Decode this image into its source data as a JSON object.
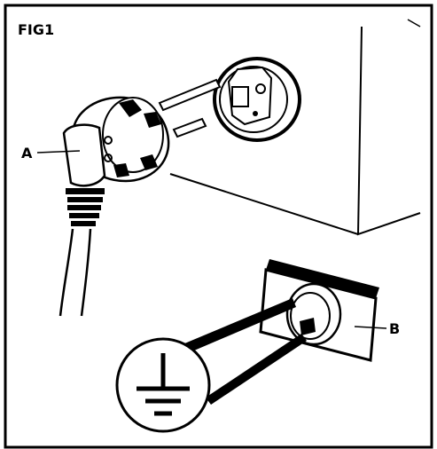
{
  "figure": {
    "title": "FIG1",
    "callouts": {
      "a": "A",
      "b": "B"
    }
  },
  "icons": {
    "plug": "schuko-plug-icon",
    "socket": "wall-socket-icon",
    "earth": "earth-ground-symbol-icon",
    "appliance": "appliance-housing-icon"
  },
  "colors": {
    "ink": "#000000",
    "paper": "#ffffff",
    "shade": "#d9d9d9"
  }
}
